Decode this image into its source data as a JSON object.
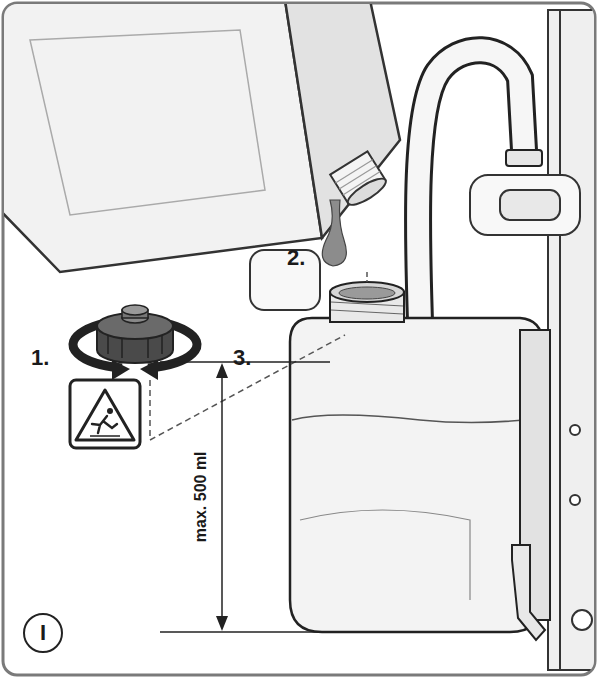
{
  "diagram": {
    "nodes": [
      {
        "text": [
          "I"
        ]
      }
    ],
    "labels": [
      "2.",
      "1.",
      "3.",
      "max. 500 ml"
    ]
  }
}
